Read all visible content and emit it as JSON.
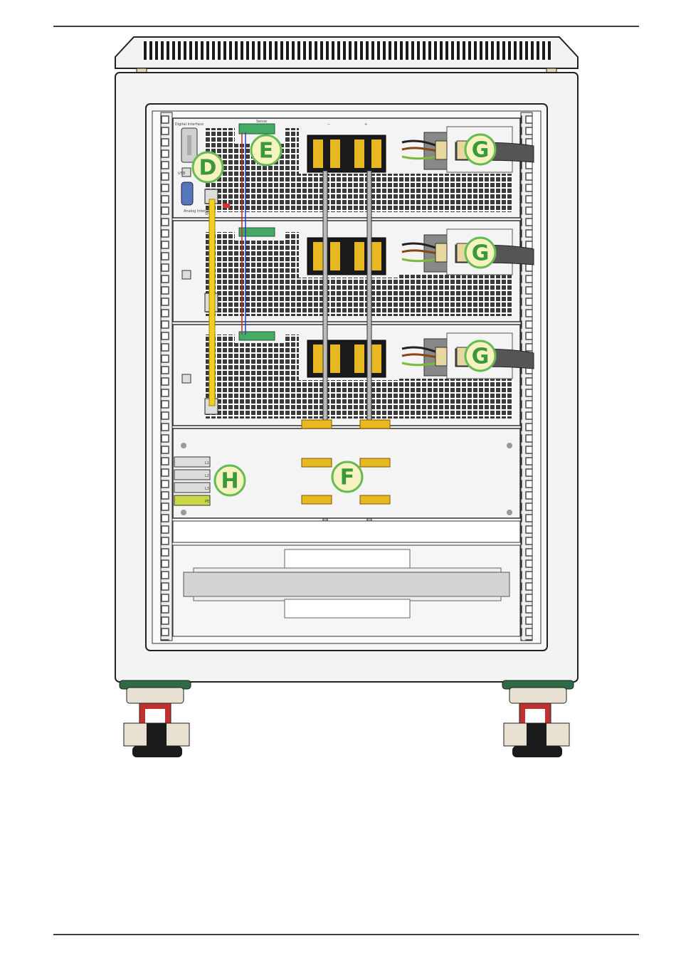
{
  "callouts": {
    "d": "D",
    "e": "E",
    "f": "F",
    "g1": "G",
    "g2": "G",
    "g3": "G",
    "h": "H"
  },
  "unit_labels": {
    "digital_interface": "Digital Interface",
    "usb": "USB",
    "analog_interface": "Analog Interface",
    "share_bus": "Share",
    "sense": "Sense",
    "minus": "−",
    "plus": "+"
  },
  "terminals": [
    "L1",
    "L2",
    "L3",
    "PE"
  ],
  "colors": {
    "callout_fill": "#f7f3c0",
    "callout_stroke": "#66bb55",
    "callout_text": "#3a9a3a",
    "cabinet": "#f0f0f0",
    "rack_rail": "#e6e6e6",
    "busbar_yellow": "#f0d020",
    "green_terminal": "#44aa66"
  }
}
